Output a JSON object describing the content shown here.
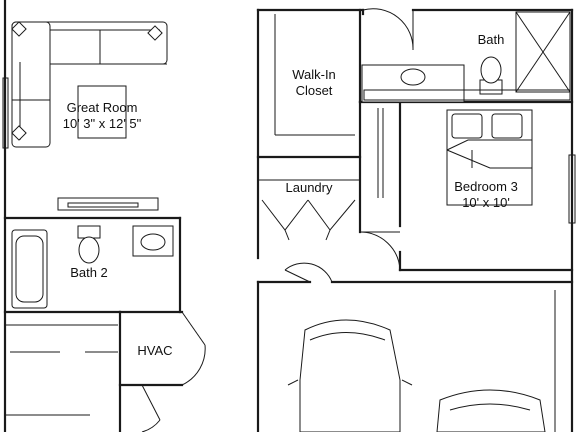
{
  "rooms": {
    "great_room": {
      "name": "Great Room",
      "dims": "10' 3\" x 12' 5\""
    },
    "walk_in_closet": {
      "line1": "Walk-In",
      "line2": "Closet"
    },
    "bath": {
      "name": "Bath"
    },
    "laundry": {
      "name": "Laundry"
    },
    "bedroom_3": {
      "name": "Bedroom 3",
      "dims": "10' x 10'"
    },
    "bath_2": {
      "name": "Bath 2"
    },
    "hvac": {
      "name": "HVAC"
    }
  }
}
